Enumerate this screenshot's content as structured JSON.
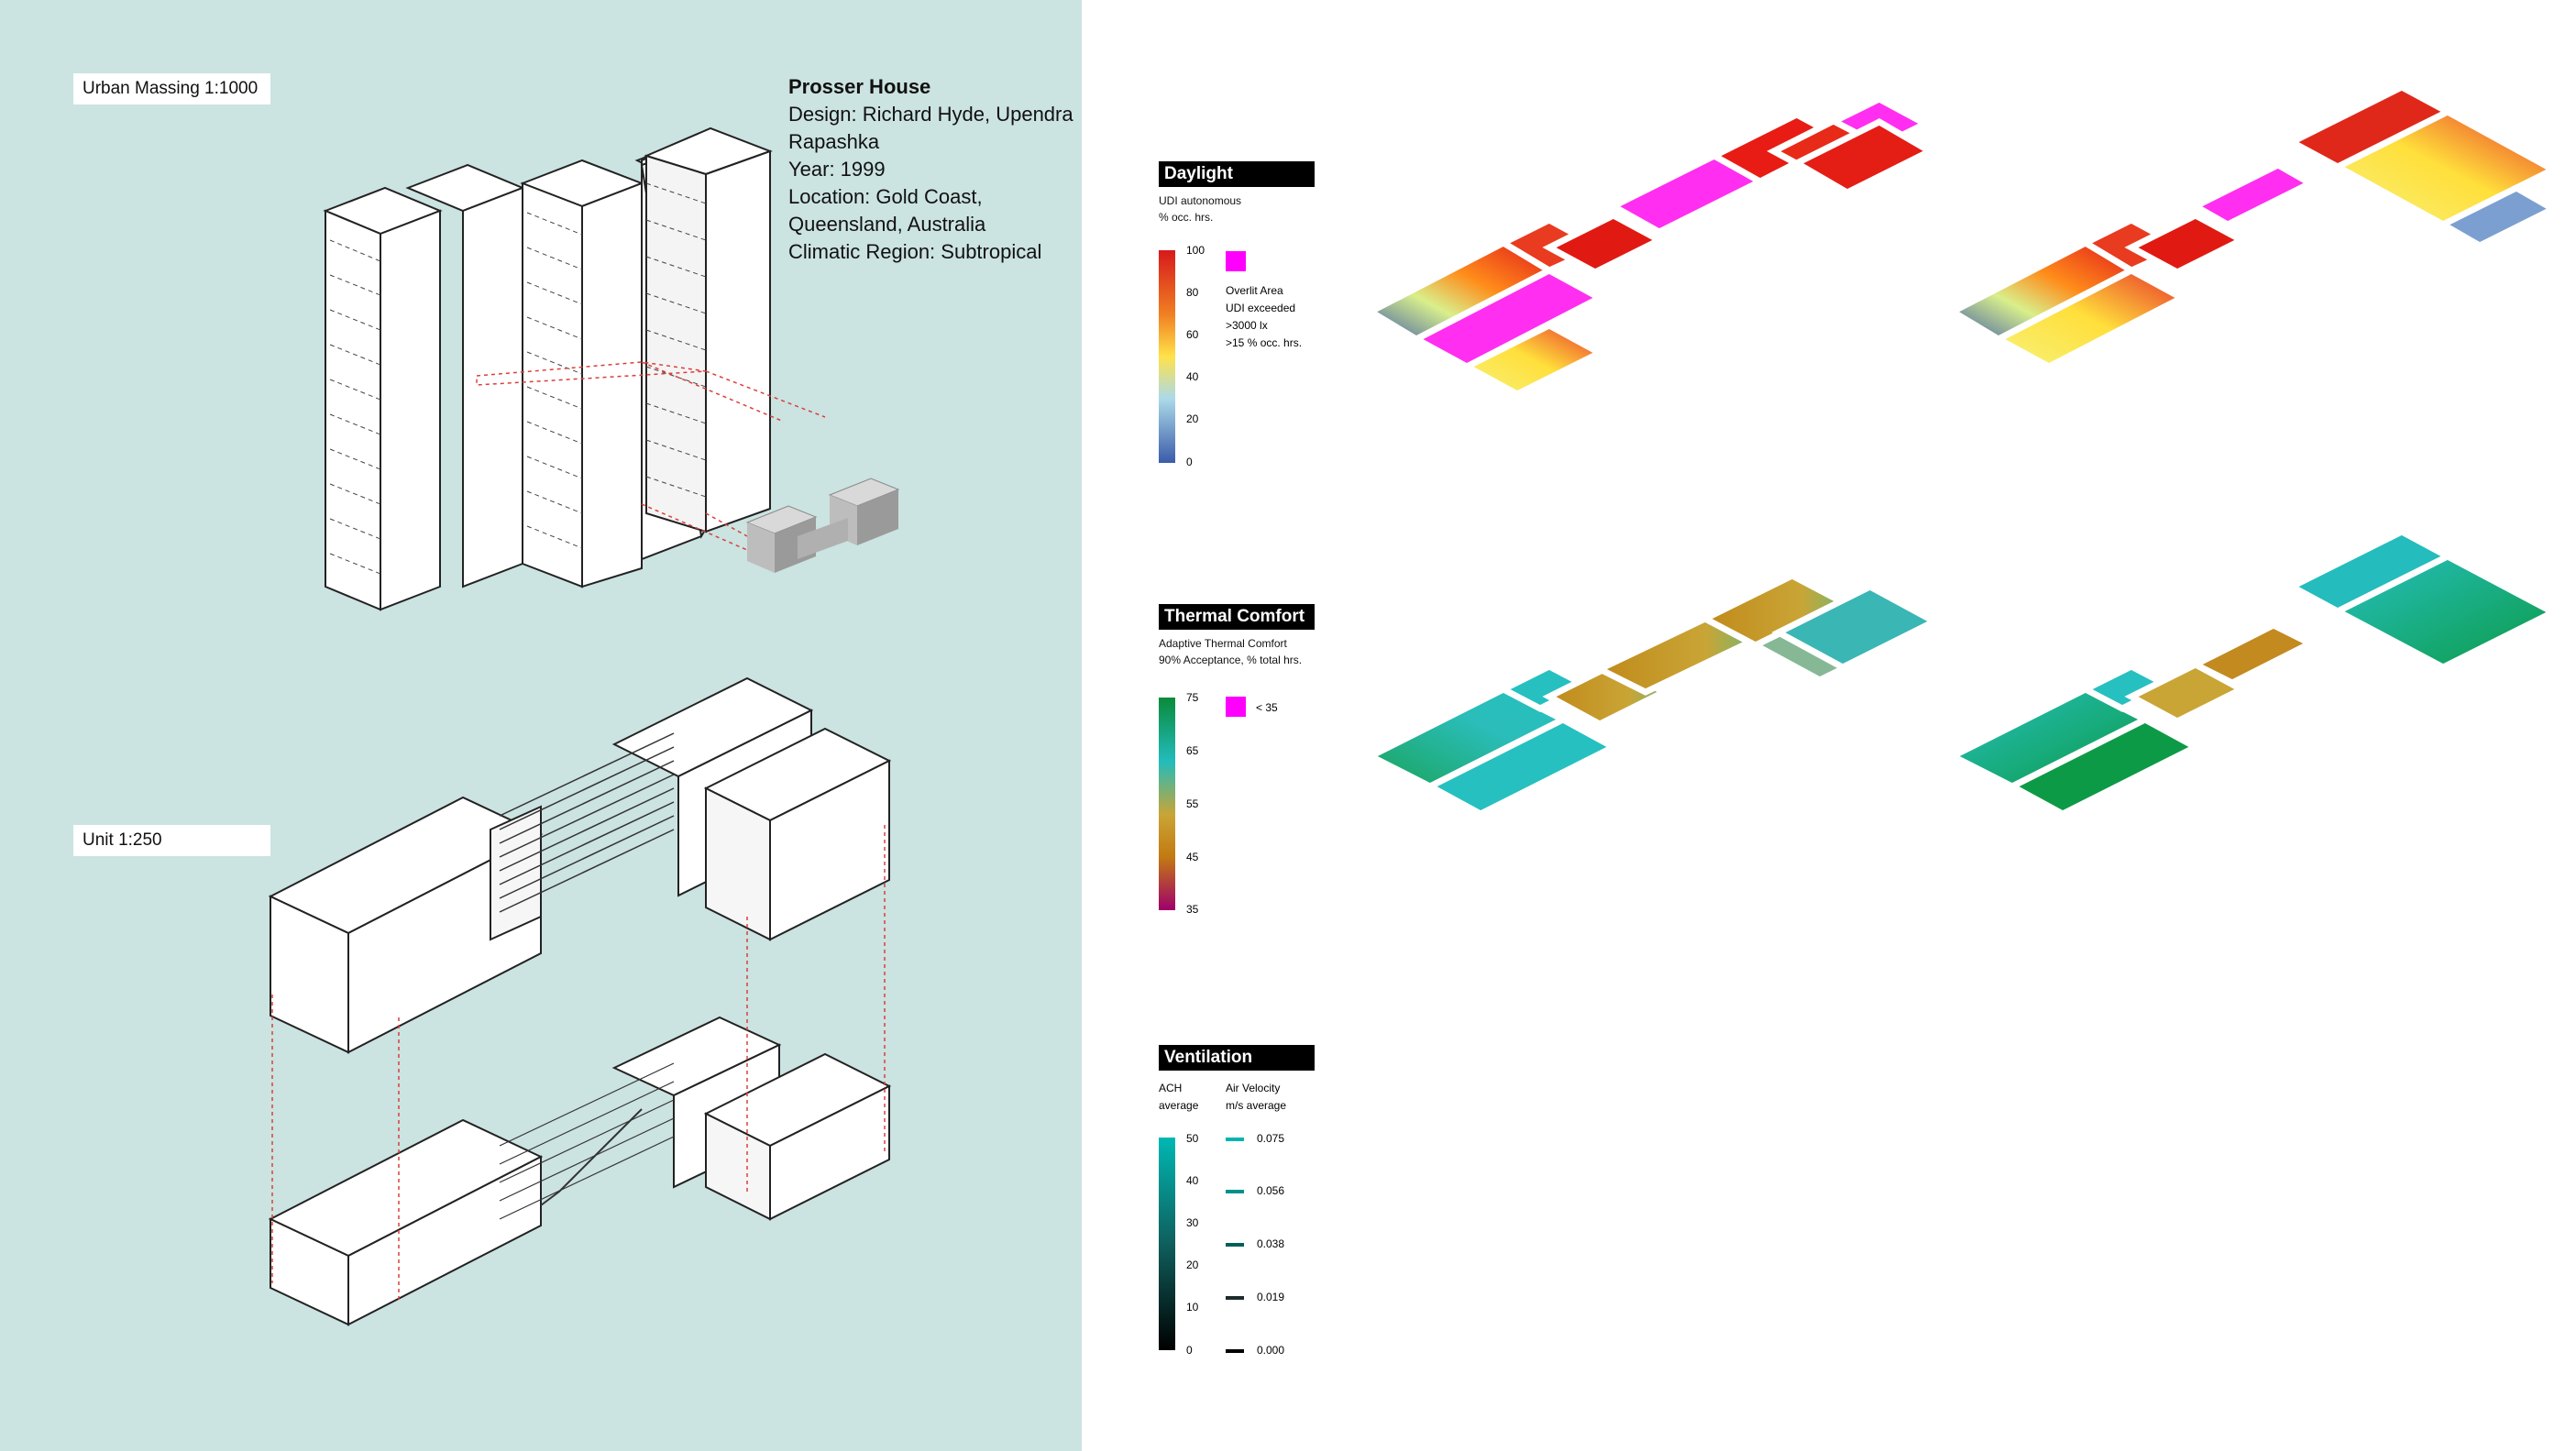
{
  "left": {
    "urban_label": "Urban Massing 1:1000",
    "unit_label": "Unit 1:250",
    "project": {
      "name": "Prosser House",
      "design": "Design: Richard Hyde, Upendra",
      "design2": "Rapashka",
      "year": "Year: 1999",
      "location": "Location: Gold Coast,",
      "location2": "Queensland, Australia",
      "climate": "Climatic Region: Subtropical"
    }
  },
  "daylight": {
    "title": "Daylight",
    "sub1": "UDI autonomous",
    "sub2": "% occ. hrs.",
    "ticks": [
      "100",
      "80",
      "60",
      "40",
      "20",
      "0"
    ],
    "overlit1": "Overlit Area",
    "overlit2": "UDI exceeded",
    "overlit3": ">3000 lx",
    "overlit4": ">15 % occ. hrs.",
    "colors": [
      "#d7191c",
      "#fdae61",
      "#ffff8c",
      "#abd9e9",
      "#3b5ba9"
    ],
    "overlit_color": "#ff00ff"
  },
  "thermal": {
    "title": "Thermal Comfort",
    "sub1": "Adaptive Thermal Comfort",
    "sub2": "90% Acceptance, % total hrs.",
    "ticks": [
      "75",
      "65",
      "55",
      "45",
      "35"
    ],
    "low_label": "< 35",
    "colors": [
      "#0a8a3a",
      "#22bcbc",
      "#c9a536",
      "#c27a12",
      "#a0006a"
    ]
  },
  "ventilation": {
    "title": "Ventilation",
    "ach1": "ACH",
    "ach2": "average",
    "vel1": "Air Velocity",
    "vel2": "m/s average",
    "ticks": [
      "50",
      "40",
      "30",
      "20",
      "10",
      "0"
    ],
    "velocities": [
      "0.075",
      "0.056",
      "0.038",
      "0.019",
      "0.000"
    ],
    "vel_colors": [
      "#00b5b0",
      "#00908c",
      "#005e5b",
      "#1c2b2b",
      "#000000"
    ],
    "colors": [
      "#00b8b3",
      "#000000"
    ]
  }
}
